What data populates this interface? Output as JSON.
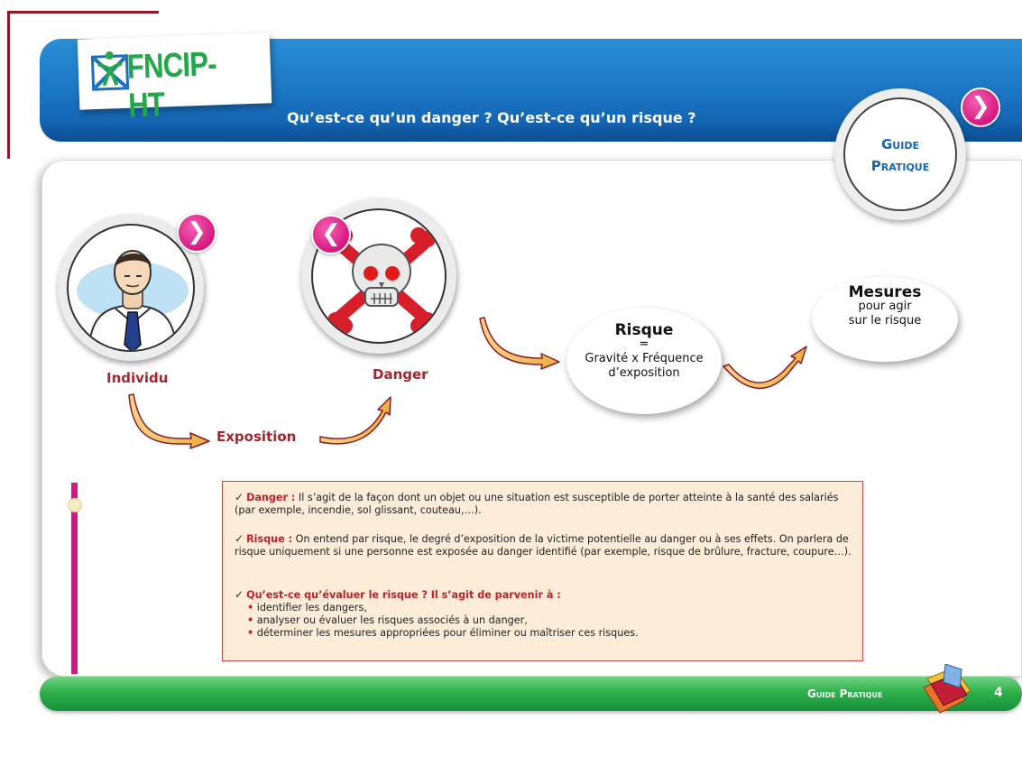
{
  "header": {
    "logo_text": "FNCIP-HT",
    "title": "Qu’est-ce qu’un danger ? Qu’est-ce qu’un risque ?"
  },
  "badge": {
    "line1": "Guide",
    "line2": "Pratique",
    "arrow": "❯"
  },
  "diagram": {
    "individu": "Individu",
    "danger": "Danger",
    "exposition": "Exposition",
    "right_arrow": "❯",
    "left_arrow": "❮",
    "risque": {
      "title": "Risque",
      "eq": "=",
      "line1": "Gravité x Fréquence",
      "line2": "d’exposition"
    },
    "mesures": {
      "title": "Mesures",
      "line1": "pour agir",
      "line2": "sur le risque"
    }
  },
  "info": {
    "danger_label": "Danger :",
    "danger_text": "Il s’agit de la façon dont un objet ou une situation est susceptible de porter atteinte à la santé des salariés (par exemple, incendie, sol glissant, couteau,…).",
    "risque_label": "Risque :",
    "risque_text": "On entend par risque, le degré d’exposition de la victime potentielle au danger ou à ses effets. On parlera de risque uniquement si une personne est exposée au danger identifié (par exemple, risque de brûlure, fracture, coupure…).",
    "evaluer_label": "Qu’est-ce qu’évaluer le risque ? Il s’agit de parvenir à :",
    "bullets": [
      "identifier les dangers,",
      "analyser ou évaluer les risques associés à un danger,",
      "déterminer les mesures appropriées pour éliminer ou maîtriser ces risques."
    ]
  },
  "footer": {
    "label": "Guide Pratique",
    "page": "4"
  },
  "colors": {
    "header_blue": "#1b74c2",
    "maroon": "#a4262c",
    "pink": "#d6177f",
    "green": "#2fb04c",
    "info_bg": "#fcecd8"
  }
}
